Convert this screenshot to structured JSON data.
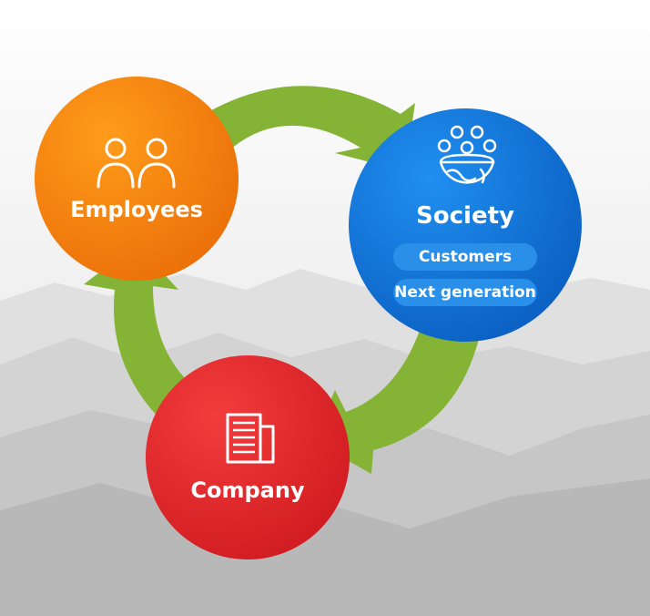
{
  "nodes": {
    "employees": {
      "label": "Employees",
      "color": "#f07f0f"
    },
    "society": {
      "label": "Society",
      "color": "#0f6fd4",
      "tags": [
        "Customers",
        "Next generation"
      ]
    },
    "company": {
      "label": "Company",
      "color": "#e0232a"
    }
  },
  "arrow_color": "#84b335",
  "icons": [
    "people-icon",
    "community-globe-icon",
    "office-building-icon"
  ]
}
